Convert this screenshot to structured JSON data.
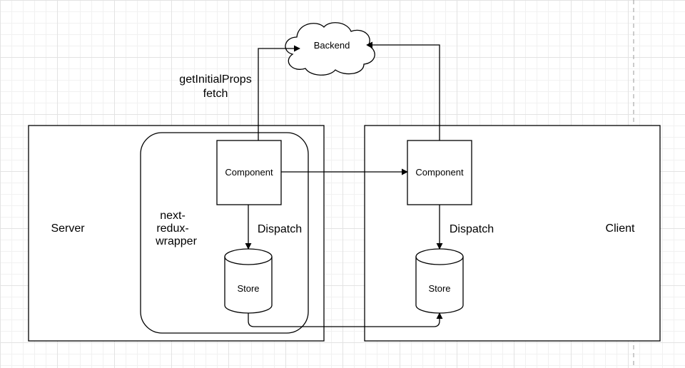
{
  "nodes": {
    "backend": "Backend",
    "server_component": "Component",
    "client_component": "Component",
    "server_store": "Store",
    "client_store": "Store"
  },
  "containers": {
    "server": "Server",
    "client": "Client",
    "wrapper_line1": "next-",
    "wrapper_line2": "redux-",
    "wrapper_line3": "wrapper"
  },
  "edges": {
    "server_fetch_line1": "getInitialProps",
    "server_fetch_line2": "fetch",
    "server_dispatch": "Dispatch",
    "client_dispatch": "Dispatch"
  }
}
